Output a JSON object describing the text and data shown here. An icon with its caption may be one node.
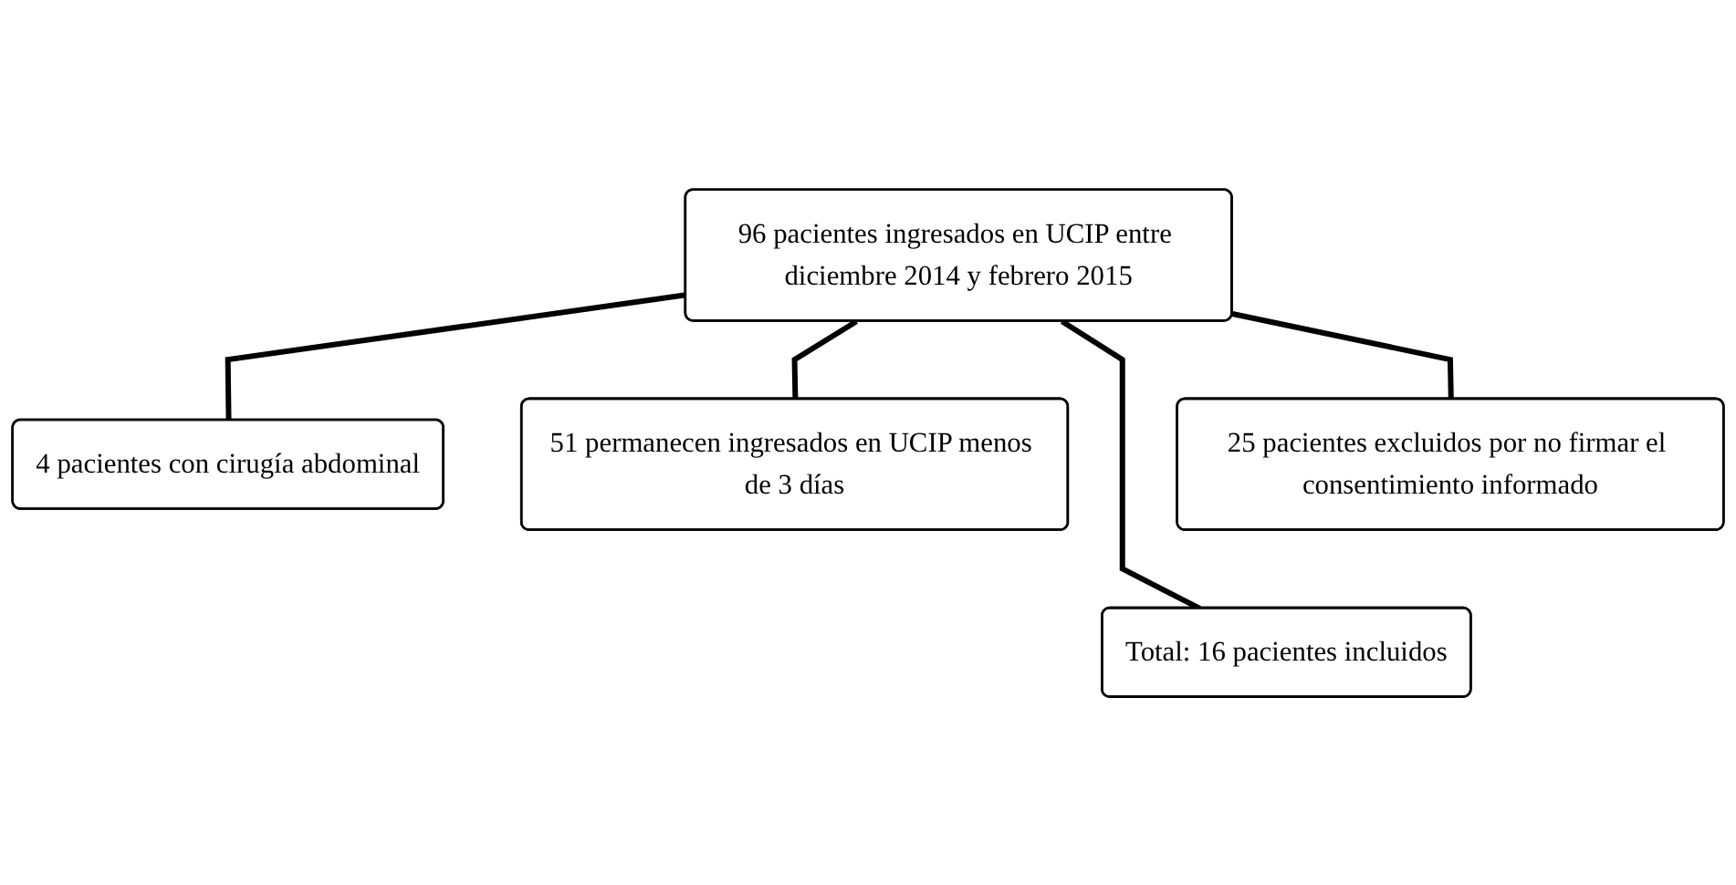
{
  "diagram": {
    "nodes": [
      {
        "text": [
          "96 pacientes ingresados en UCIP entre diciembre 2014 y febrero 2015"
        ]
      },
      {
        "text": [
          "4 pacientes con cirugía abdominal"
        ]
      },
      {
        "text": [
          "51 permanecen ingresados en UCIP menos de 3 días"
        ]
      },
      {
        "text": [
          "25 pacientes excluidos por no firmar el consentimiento informado"
        ]
      },
      {
        "text": [
          "Total: 16 pacientes incluidos"
        ]
      }
    ],
    "edges": [
      {
        "from": 0,
        "to": 1,
        "arrow": "none"
      },
      {
        "from": 0,
        "to": 2,
        "arrow": "none"
      },
      {
        "from": 0,
        "to": 3,
        "arrow": "none"
      },
      {
        "from": 0,
        "to": 4,
        "arrow": "none"
      }
    ]
  }
}
